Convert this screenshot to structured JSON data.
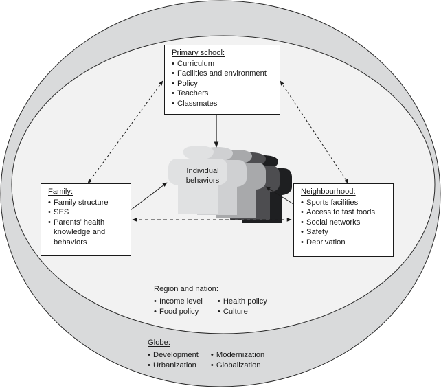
{
  "colors": {
    "outer_ring": "#d9dadb",
    "inner_area": "#f2f2f2",
    "stroke": "#1a1a1a",
    "figures": [
      "#e0e1e2",
      "#cfd0d2",
      "#a8a9ab",
      "#4d4d50",
      "#1e1f21"
    ]
  },
  "primary_school": {
    "title": "Primary school:",
    "items": [
      "Curriculum",
      "Facilities and environment",
      "Policy",
      "Teachers",
      "Classmates"
    ]
  },
  "family": {
    "title": "Family:",
    "items": [
      "Family structure",
      "SES",
      "Parents’ health knowledge and behaviors"
    ]
  },
  "neighbourhood": {
    "title": "Neighbourhood:",
    "items": [
      "Sports facilities",
      "Access to fast foods",
      "Social networks",
      "Safety",
      "Deprivation"
    ]
  },
  "center": {
    "label_line1": "Individual",
    "label_line2": "behaviors",
    "figure_count": 5
  },
  "region": {
    "title": "Region and nation:",
    "items": [
      "Income level",
      "Health policy",
      "Food policy",
      "Culture"
    ]
  },
  "globe": {
    "title": "Globe:",
    "items": [
      "Development",
      "Modernization",
      "Urbanization",
      "Globalization"
    ]
  },
  "connections": [
    {
      "from": "primary_school",
      "to": "individual_behaviors",
      "style": "solid",
      "direction": "one-way"
    },
    {
      "from": "family",
      "to": "individual_behaviors",
      "style": "solid",
      "direction": "one-way"
    },
    {
      "from": "neighbourhood",
      "to": "individual_behaviors",
      "style": "solid",
      "direction": "one-way"
    },
    {
      "from": "family",
      "to": "primary_school",
      "style": "dashed",
      "direction": "two-way"
    },
    {
      "from": "neighbourhood",
      "to": "primary_school",
      "style": "dashed",
      "direction": "two-way"
    },
    {
      "from": "family",
      "to": "neighbourhood",
      "style": "dashed",
      "direction": "two-way"
    }
  ]
}
